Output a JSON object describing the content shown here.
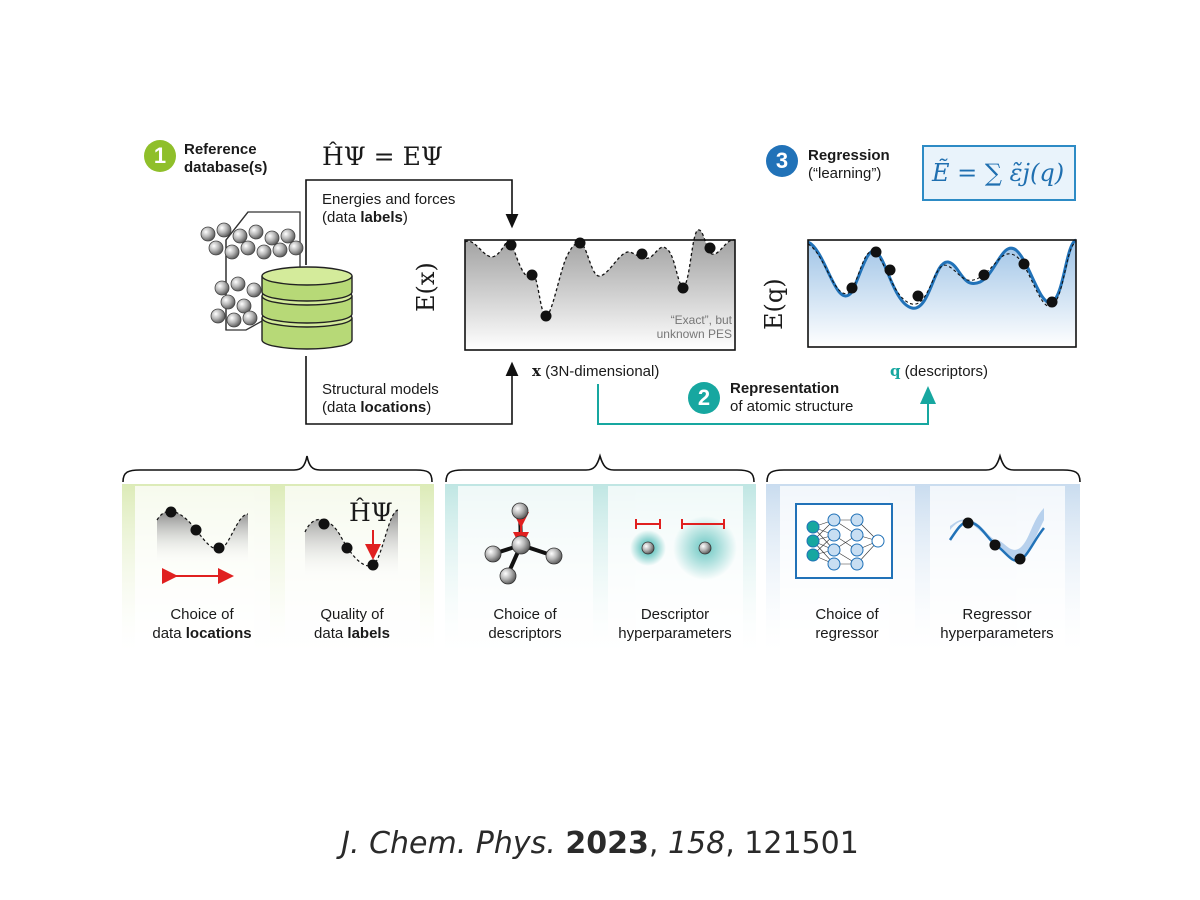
{
  "step1": {
    "number": "1",
    "label_line1": "Reference",
    "label_line2": "database(s)",
    "color": "#8fbf2a"
  },
  "step2": {
    "number": "2",
    "label_bold": "Representation",
    "label_rest": "of atomic structure",
    "color": "#17a7a0"
  },
  "step3": {
    "number": "3",
    "label_bold": "Regression",
    "label_rest": "(“learning”)",
    "color": "#2172b8"
  },
  "schrodinger": "ĤΨ = EΨ",
  "regression_eq": "Ẽ = ∑ ε̃j(q)",
  "arrow_top": {
    "line1": "Energies and forces",
    "line2_prefix": "(data ",
    "line2_bold": "labels",
    "line2_suffix": ")"
  },
  "arrow_bottom": {
    "line1": "Structural models",
    "line2_prefix": "(data ",
    "line2_bold": "locations",
    "line2_suffix": ")"
  },
  "pes_plot": {
    "ylabel": "E(x)",
    "xlabel_sym": "x",
    "xlabel_rest": "(3N-dimensional)",
    "note_line1": "“Exact”, but",
    "note_line2": "unknown PES"
  },
  "fit_plot": {
    "ylabel": "E(q)",
    "xlabel_sym": "q",
    "xlabel_rest": "(descriptors)"
  },
  "panels": [
    {
      "line1": "Choice of",
      "line2_prefix": "data ",
      "line2_bold": "locations"
    },
    {
      "line1": "Quality of",
      "line2_prefix": "data ",
      "line2_bold": "labels",
      "formula": "ĤΨ"
    },
    {
      "line1": "Choice of",
      "line2_prefix": "descriptors",
      "line2_bold": ""
    },
    {
      "line1": "Descriptor",
      "line2_prefix": "hyperparameters",
      "line2_bold": ""
    },
    {
      "line1": "Choice of",
      "line2_prefix": "regressor",
      "line2_bold": ""
    },
    {
      "line1": "Regressor",
      "line2_prefix": "hyperparameters",
      "line2_bold": ""
    }
  ],
  "citation": {
    "journal": "J. Chem. Phys.",
    "year": "2023",
    "volume": "158",
    "page": "121501"
  },
  "colors": {
    "green": "#8fbf2a",
    "teal": "#17a7a0",
    "blue": "#2172b8",
    "red": "#e02020"
  }
}
